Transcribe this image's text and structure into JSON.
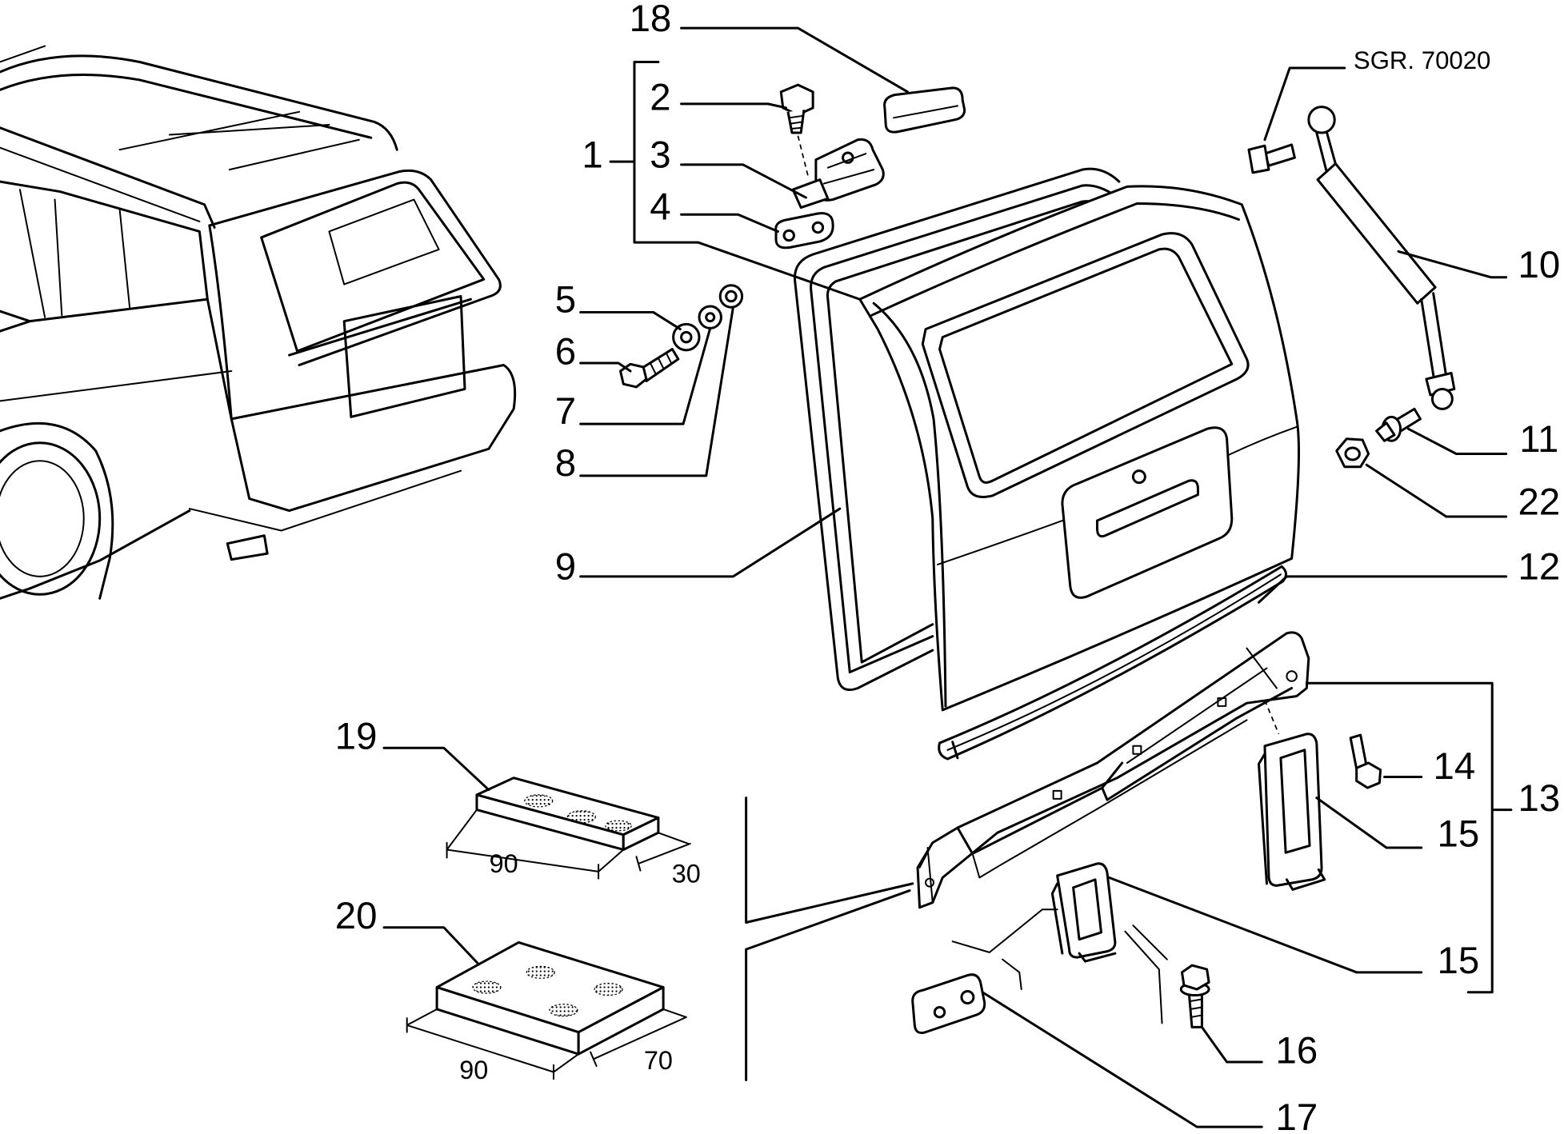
{
  "reference_label": "SGR. 70020",
  "callouts": [
    "1",
    "2",
    "3",
    "4",
    "5",
    "6",
    "7",
    "8",
    "9",
    "10",
    "11",
    "12",
    "13",
    "14",
    "15",
    "15",
    "16",
    "17",
    "18",
    "19",
    "20",
    "22"
  ],
  "dimensions": {
    "part_19": {
      "length": "90",
      "width": "30"
    },
    "part_20": {
      "length": "90",
      "width": "70"
    }
  }
}
